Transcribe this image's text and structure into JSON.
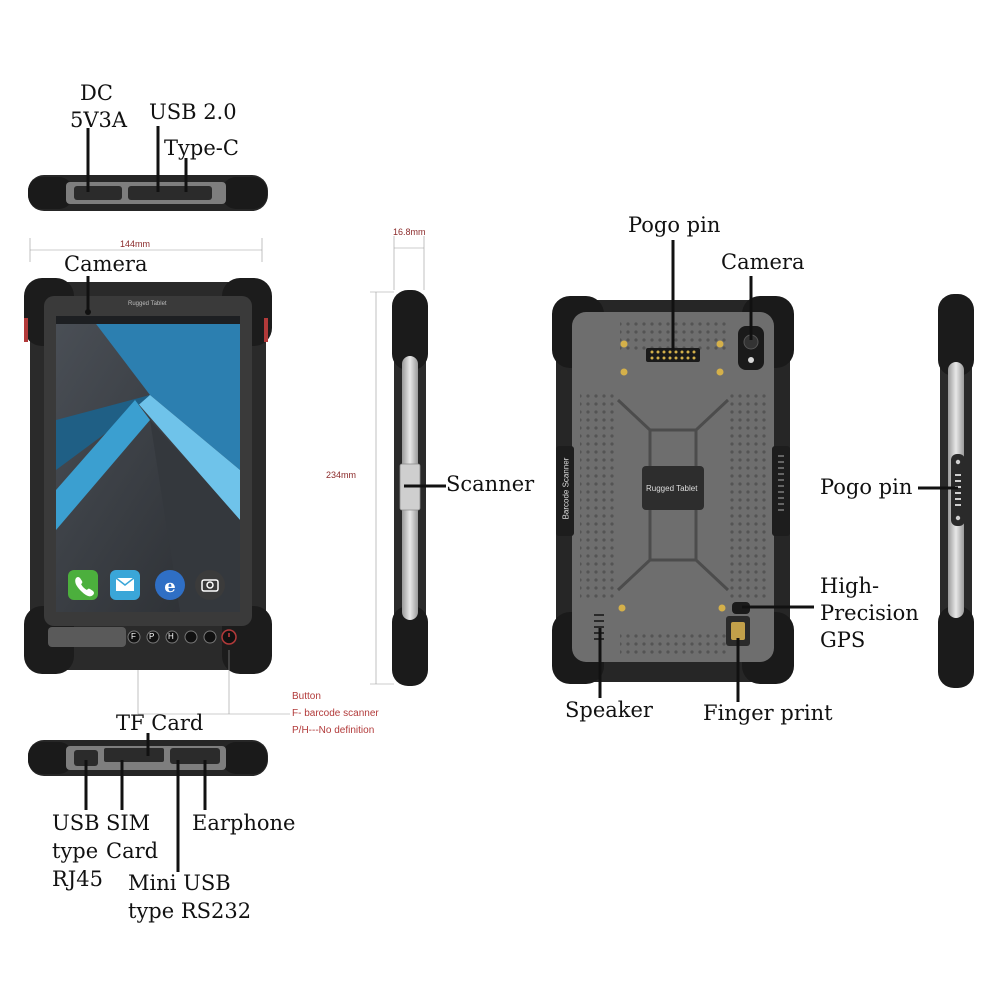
{
  "top_edge": {
    "dc_line1": "DC",
    "dc_line2": "5V3A",
    "usb20": "USB 2.0",
    "typec": "Type-C"
  },
  "front": {
    "width_dim": "144mm",
    "camera": "Camera",
    "brand_text": "Rugged Tablet",
    "buttons": [
      "P",
      "H",
      "F"
    ]
  },
  "button_note": {
    "title": "Button",
    "line_f": "F- barcode scanner",
    "line_ph": "P/H---No definition"
  },
  "bottom_edge": {
    "tf_card": "TF Card",
    "usb_rj45": [
      "USB",
      "type",
      "RJ45"
    ],
    "sim": [
      "SIM",
      "Card"
    ],
    "mini_usb": [
      "Mini USB",
      "type RS232"
    ],
    "earphone": "Earphone"
  },
  "side": {
    "thickness_dim": "16.8mm",
    "height_dim": "234mm",
    "scanner": "Scanner"
  },
  "back": {
    "pogo": "Pogo pin",
    "camera": "Camera",
    "logo": "Rugged Tablet",
    "side_text": "Barcode Scanner",
    "gps": [
      "High-",
      "Precision",
      "GPS"
    ],
    "speaker": "Speaker",
    "fingerprint": "Finger print"
  },
  "right_side": {
    "pogo": "Pogo pin"
  }
}
